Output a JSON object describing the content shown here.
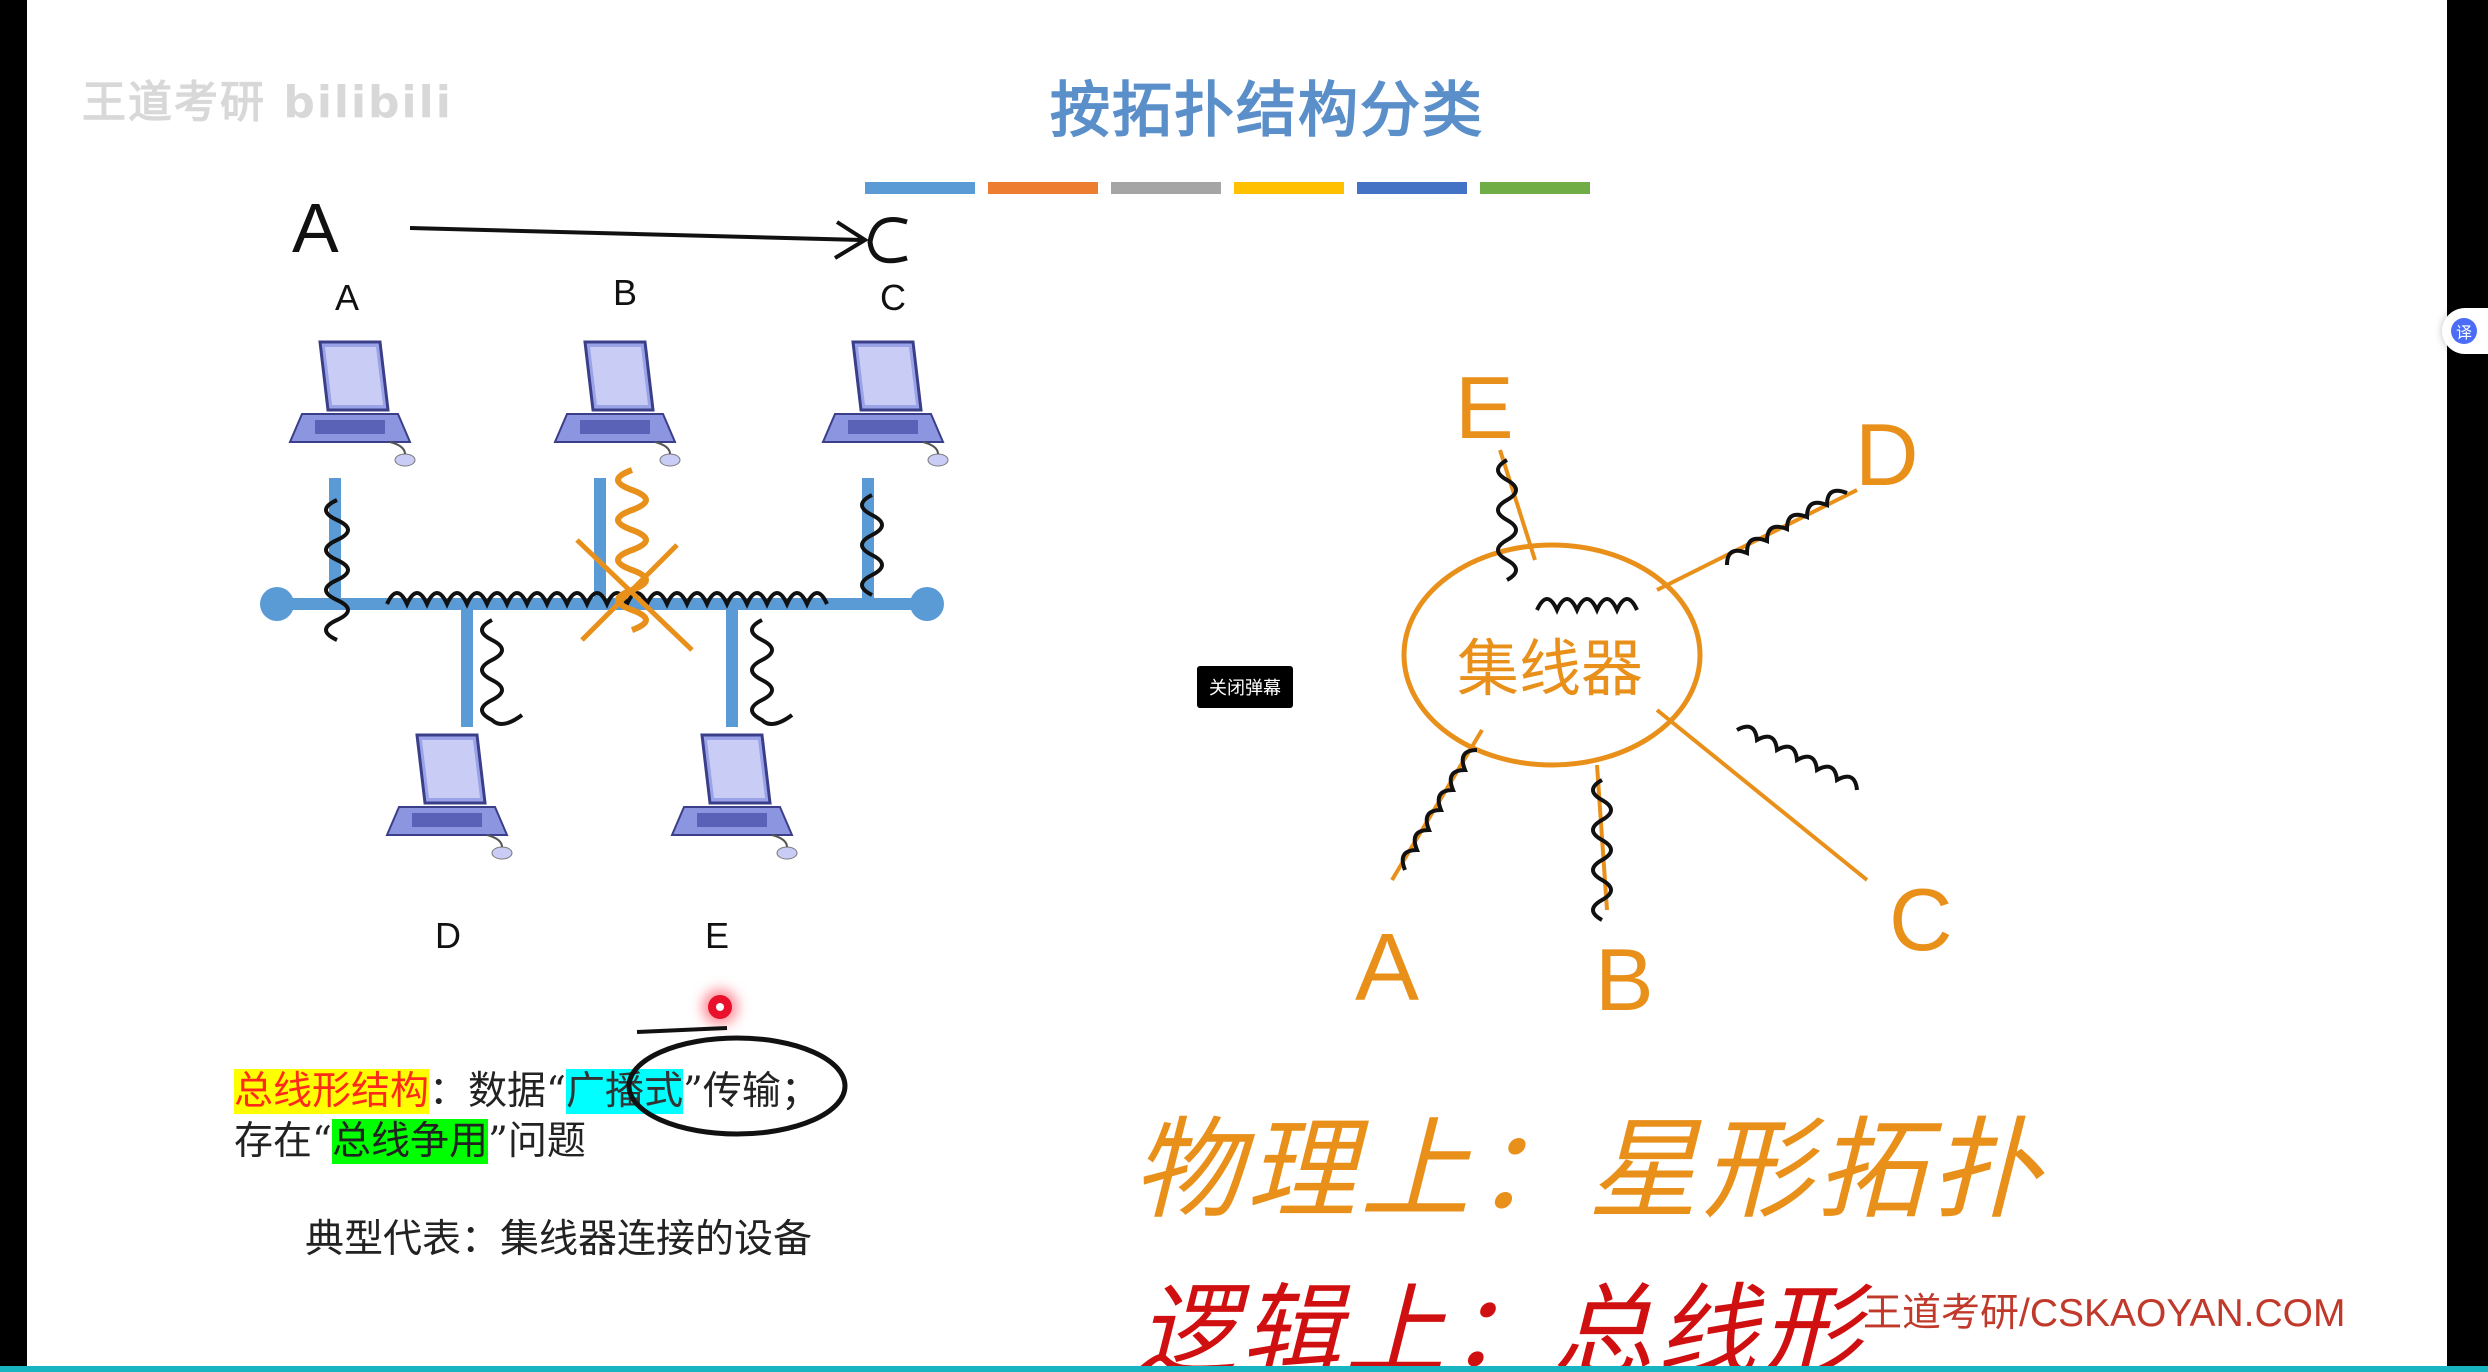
{
  "slide": {
    "title": "按拓扑结构分类",
    "watermark": "王道考研 bilibili",
    "title_bar_colors": [
      "#5b9bd5",
      "#ed7d31",
      "#a5a5a5",
      "#ffc000",
      "#4472c4",
      "#70ad47"
    ]
  },
  "bus_diagram": {
    "nodes": [
      {
        "label": "A"
      },
      {
        "label": "B"
      },
      {
        "label": "C"
      },
      {
        "label": "D"
      },
      {
        "label": "E"
      }
    ],
    "annotation_from": "A",
    "annotation_to": "C"
  },
  "text": {
    "line1_term": "总线形结构",
    "line1_mid": "：数据“",
    "line1_highlight": "广播式",
    "line1_end": "”传输；",
    "line2_start": "存在“",
    "line2_highlight": "总线争用",
    "line2_end": "”问题",
    "typical": "典型代表：集线器连接的设备"
  },
  "star_diagram": {
    "hub": "集线器",
    "nodes": [
      "E",
      "D",
      "C",
      "B",
      "A"
    ]
  },
  "handwriting": {
    "physical": "物理上：星形拓扑",
    "logical": "逻辑上：总线形"
  },
  "footer": "王道考研/CSKAOYAN.COM",
  "controls": {
    "close_danmaku": "关闭弹幕",
    "translate": "译"
  },
  "colors": {
    "title": "#5b8fc9",
    "bus": "#5b9bd5",
    "ink_orange": "#e8901a",
    "ink_red": "#d01010",
    "ink_black": "#111111"
  }
}
